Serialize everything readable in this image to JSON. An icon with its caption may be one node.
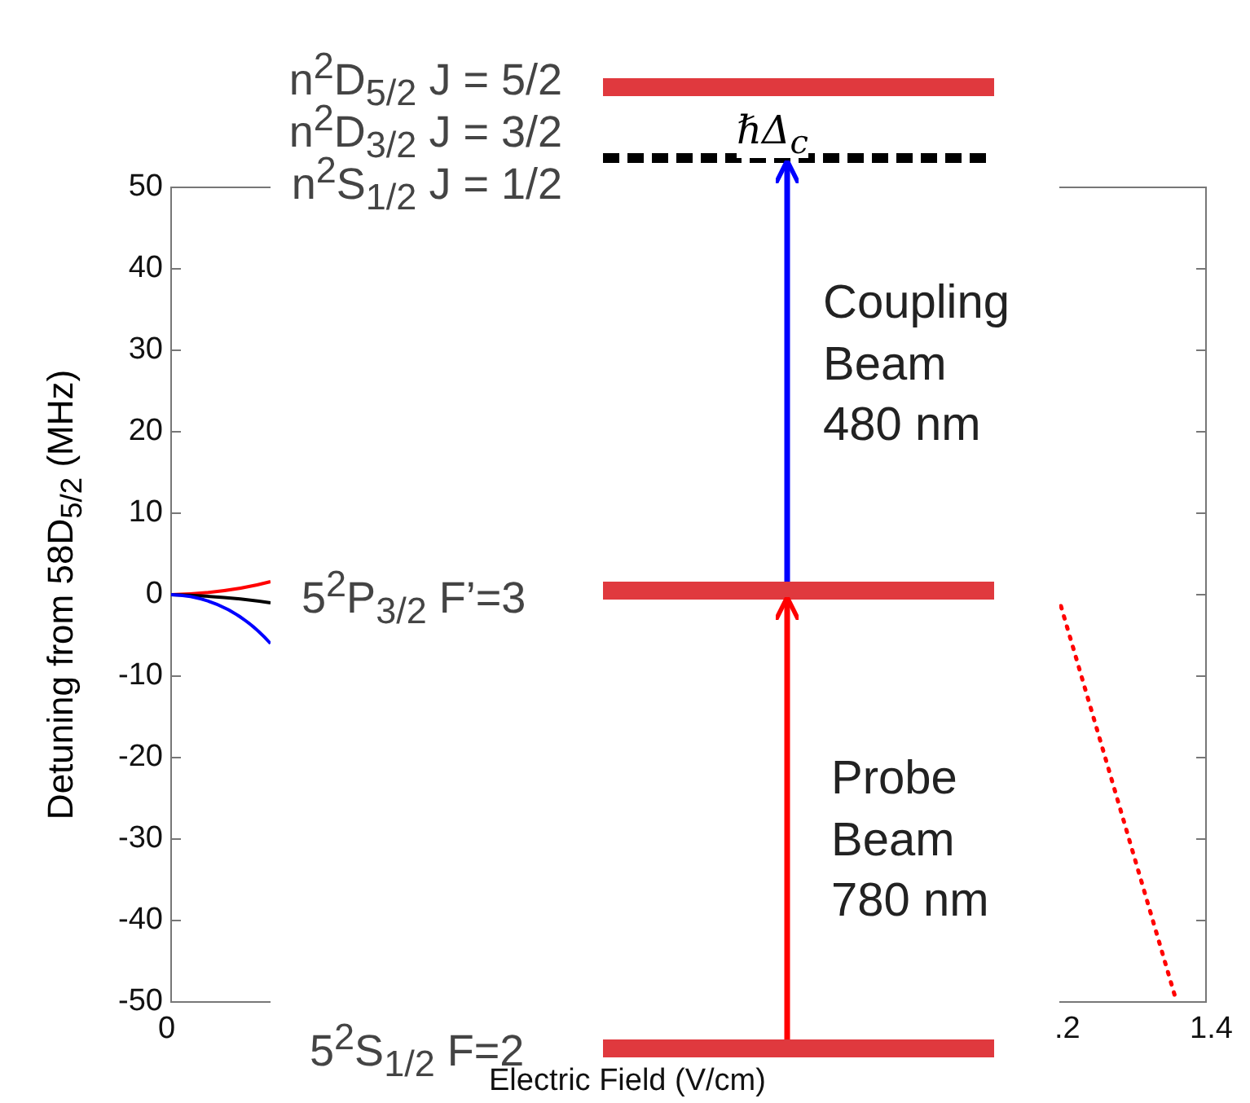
{
  "diagram": {
    "nodes": [
      {
        "text": [],
        "shape": "bar"
      },
      {
        "text": [],
        "shape": "line",
        "beside": [
          "ℏΔ$_{c}$"
        ]
      },
      {
        "text": [],
        "shape": "bar"
      },
      {
        "text": [],
        "shape": "bar"
      }
    ],
    "edges": [
      {
        "from": 2,
        "to": 1,
        "arrow": "to",
        "label": "Coupling Beam 480 nm",
        "color": "#0000ff"
      },
      {
        "from": 3,
        "to": 2,
        "arrow": "to",
        "label": "Probe Beam 780 nm",
        "color": "#ff0000"
      }
    ],
    "labels": [
      "n$^{2}$D$_{5/2}$ J = 5/2",
      "n$^{2}$D$_{3/2}$ J = 3/2",
      "n$^{2}$S$_{1/2}$ J = 1/2",
      "5$^{2}$P$_{3/2}$ F’=3",
      "5$^{2}$S$_{1/2}$ F=2",
      "Detuning from 58D$_{5/2}$ (MHz)",
      "Electric Field (V/cm)",
      "50",
      "40",
      "30",
      "20",
      "10",
      "0",
      "-10",
      "-20",
      "-30",
      "-40",
      "-50",
      "0",
      ".2",
      "1.4"
    ]
  }
}
